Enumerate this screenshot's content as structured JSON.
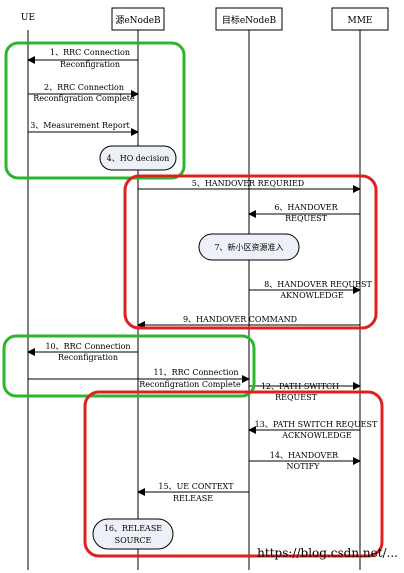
{
  "actors": [
    {
      "id": "ue",
      "label": "UE"
    },
    {
      "id": "src",
      "label": "源eNodeB"
    },
    {
      "id": "tgt",
      "label": "目标eNodeB"
    },
    {
      "id": "mme",
      "label": "MME"
    }
  ],
  "messages": [
    {
      "from": "src",
      "to": "ue",
      "lines": [
        "1、RRC Connection",
        "Reconfigration"
      ]
    },
    {
      "from": "ue",
      "to": "src",
      "lines": [
        "2、RRC Connection",
        "Reconfigration Complete"
      ]
    },
    {
      "from": "ue",
      "to": "src",
      "lines": [
        "3、Measurement Report"
      ]
    },
    {
      "from": "src",
      "to": "mme",
      "lines": [
        "5、HANDOVER REQURIED"
      ]
    },
    {
      "from": "mme",
      "to": "tgt",
      "lines": [
        "6、HANDOVER",
        "REQUEST"
      ]
    },
    {
      "from": "tgt",
      "to": "mme",
      "lines": [
        "8、HANDOVER REQUEST",
        "AKNOWLEDGE"
      ]
    },
    {
      "from": "mme",
      "to": "src",
      "lines": [
        "9、HANDOVER  COMMAND"
      ]
    },
    {
      "from": "src",
      "to": "ue",
      "lines": [
        "10、RRC Connection",
        "Reconfigration"
      ]
    },
    {
      "from": "ue",
      "to": "tgt",
      "lines": [
        "11、RRC Connection",
        "Reconfigration Complete"
      ]
    },
    {
      "from": "tgt",
      "to": "mme",
      "lines": [
        "12、PATH SWITCH",
        "REQUEST"
      ]
    },
    {
      "from": "mme",
      "to": "tgt",
      "lines": [
        "13、PATH SWITCH REQUEST",
        "ACKNOWLEDGE"
      ]
    },
    {
      "from": "tgt",
      "to": "mme",
      "lines": [
        "14、HANDOVER",
        "NOTIFY"
      ]
    },
    {
      "from": "tgt",
      "to": "src",
      "lines": [
        "15、UE CONTEXT",
        "RELEASE"
      ]
    }
  ],
  "process_notes": [
    {
      "on": "src",
      "lines": [
        "4、HO decision"
      ]
    },
    {
      "on": "tgt",
      "lines": [
        "7、新小区资源准入"
      ]
    },
    {
      "on": "src",
      "lines": [
        "16、RELEASE",
        "SOURCE"
      ]
    }
  ],
  "highlight_groups": [
    {
      "color": "#2db52d",
      "label": "green-group-1"
    },
    {
      "color": "#e02020",
      "label": "red-group-1"
    },
    {
      "color": "#2db52d",
      "label": "green-group-2"
    },
    {
      "color": "#e02020",
      "label": "red-group-2"
    }
  ],
  "watermark": "https://blog.csdn.net/..."
}
